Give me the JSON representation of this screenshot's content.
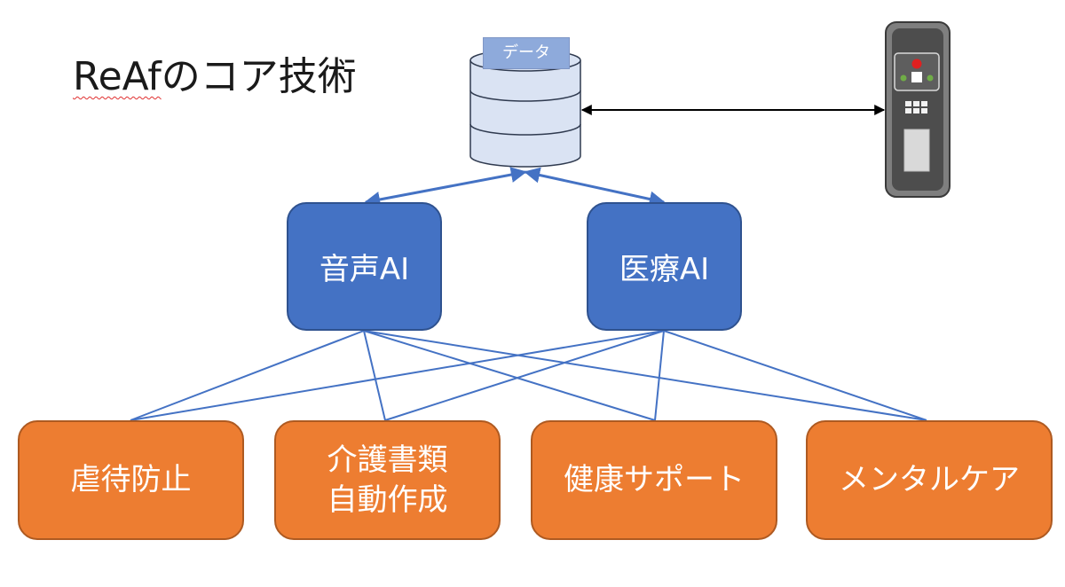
{
  "title": {
    "brand": "ReAf",
    "rest": "のコア技術"
  },
  "database": {
    "label": "データ"
  },
  "ai_modules": [
    {
      "label": "音声AI"
    },
    {
      "label": "医療AI"
    }
  ],
  "applications": [
    {
      "line1": "虐待防止",
      "line2": ""
    },
    {
      "line1": "介護書類",
      "line2": "自動作成"
    },
    {
      "line1": "健康サポート",
      "line2": ""
    },
    {
      "line1": "メンタルケア",
      "line2": ""
    }
  ],
  "colors": {
    "ai_box": "#4472c4",
    "application_box": "#ed7d31",
    "connector": "#4472c4",
    "database": "#dae3f3",
    "device": "#7f7f7f"
  },
  "icons": {
    "database": "database-cylinder-icon",
    "device": "wall-terminal-device-icon"
  }
}
